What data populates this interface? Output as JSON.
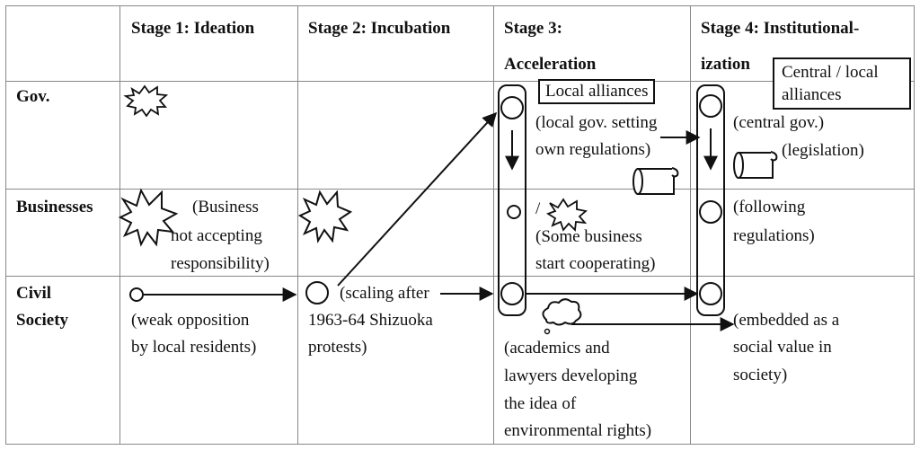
{
  "headers": {
    "stage1": "Stage 1: Ideation",
    "stage2": "Stage 2: Incubation",
    "stage3_line1": "Stage 3:",
    "stage3_line2": "Acceleration",
    "stage4_line1": "Stage 4: Institutional-",
    "stage4_line2": "ization"
  },
  "rows": {
    "gov": "Gov.",
    "businesses": "Businesses",
    "civil_line1": "Civil",
    "civil_line2": "Society"
  },
  "boxes": {
    "local_alliances": "Local alliances",
    "central_line1": "Central / local",
    "central_line2": "alliances"
  },
  "notes": {
    "s1_business": [
      "(Business",
      "not accepting",
      "responsibility)"
    ],
    "s1_civil": [
      "(weak opposition",
      "by local residents)"
    ],
    "s2_civil": [
      "(scaling after",
      "1963-64 Shizuoka",
      "protests)"
    ],
    "s3_gov": [
      "(local gov. setting",
      "own regulations)"
    ],
    "s3_business_slash": "/",
    "s3_business": [
      "(Some business",
      "start cooperating)"
    ],
    "s3_civil": [
      "(academics and",
      "lawyers developing",
      "the idea of",
      "environmental rights)"
    ],
    "s4_gov1": "(central gov.)",
    "s4_gov2": "(legislation)",
    "s4_business": [
      "(following",
      "regulations)"
    ],
    "s4_civil": [
      "(embedded as a",
      "social value in",
      "society)"
    ]
  }
}
